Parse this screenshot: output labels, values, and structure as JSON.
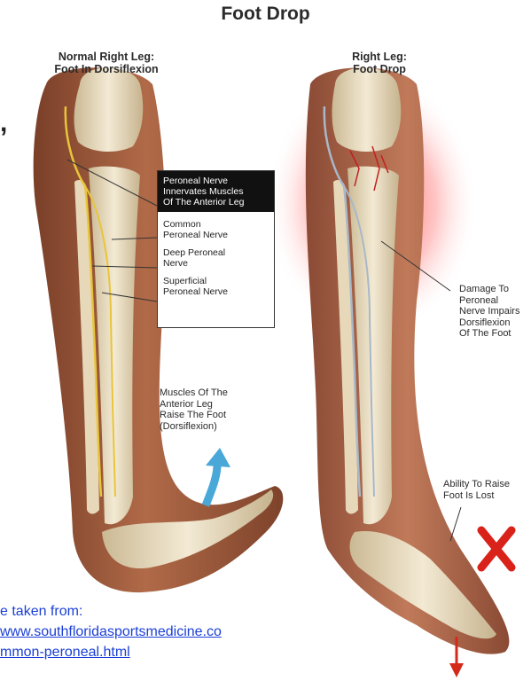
{
  "title": "Foot Drop",
  "left_panel": {
    "heading_line1": "Normal Right Leg:",
    "heading_line2": "Foot In Dorsiflexion",
    "box_heading": [
      "Peroneal Nerve",
      "Innervates Muscles",
      "Of The Anterior Leg"
    ],
    "box_items": [
      [
        "Common",
        "Peroneal Nerve"
      ],
      [
        "Deep Peroneal",
        "Nerve"
      ],
      [
        "Superficial",
        "Peroneal Nerve"
      ]
    ],
    "muscles_label": [
      "Muscles Of The",
      "Anterior Leg",
      "Raise The Foot",
      "(Dorsiflexion)"
    ]
  },
  "right_panel": {
    "heading_line1": "Right Leg:",
    "heading_line2": "Foot Drop",
    "damage_label": [
      "Damage To",
      "Peroneal",
      "Nerve Impairs",
      "Dorsiflexion",
      "Of The Foot"
    ],
    "ability_label": [
      "Ability To Raise",
      "Foot Is Lost"
    ]
  },
  "credit": {
    "line1": "e taken from:",
    "line2": "www.southfloridasportsmedicine.co",
    "line3": "mmon-peroneal.html"
  },
  "colors": {
    "skin": "#9a5a3c",
    "bone": "#e8dcc0",
    "nerve": "#e8c53a",
    "arrow_up": "#4aa8d8",
    "arrow_down": "#d42a1a",
    "x_mark": "#d8221a",
    "inflammation": "#ff3a3a",
    "credit_text": "#1a3fd6"
  }
}
